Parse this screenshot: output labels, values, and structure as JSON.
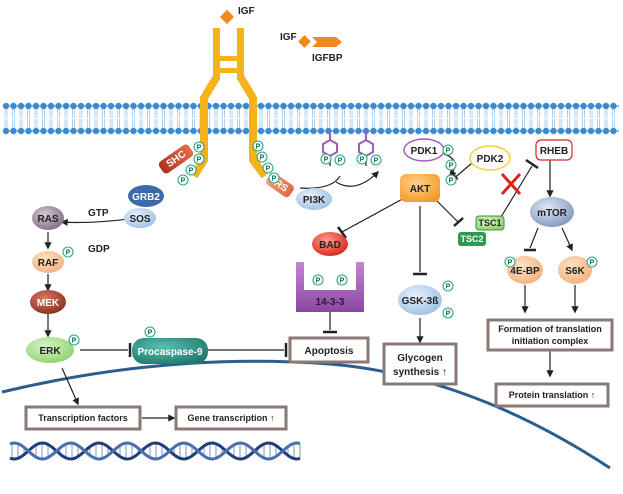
{
  "colors": {
    "receptor": "#f5b21b",
    "ligand": "#f08a1d",
    "membrane_head": "#3b8ad0",
    "phospho": "#2aa884",
    "box_border": "#8a7a76",
    "nucleus": "#2b5d8e",
    "akt": "#f39a2c",
    "bad": "#e5332a",
    "mtor": "#8fa3c6",
    "purple": "#a05fb4",
    "tsc": "#2f9a4d",
    "procaspase": "#2a8a7e"
  },
  "ligands": {
    "igf_top": "IGF",
    "igf": "IGF",
    "igfbp": "IGFBP"
  },
  "phospho_label": "P",
  "nodes": {
    "grb2": "GRB2",
    "shc": "SHC",
    "sos": "SOS",
    "irs": "IRS",
    "pi3k": "PI3K",
    "pdk1": "PDK1",
    "pdk2": "PDK2",
    "akt": "AKT",
    "rheb": "RHEB",
    "tsc1": "TSC1",
    "tsc2": "TSC2",
    "mtor": "mTOR",
    "ras": "RAS",
    "gtp": "GTP",
    "gdp": "GDP",
    "raf": "RAF",
    "mek": "MEK",
    "erk": "ERK",
    "bad": "BAD",
    "protein_1433": "14-3-3",
    "gsk3b": "GSK-3ß",
    "ebp": "4E-BP",
    "s6k": "S6K",
    "procaspase9": "Procaspase-9"
  },
  "outputs": {
    "apoptosis": "Apoptosis",
    "glycogen_line1": "Glycogen",
    "glycogen_line2": "synthesis ↑",
    "translation_line1": "Formation of translation",
    "translation_line2": "initiation complex",
    "protein_translation": "Protein translation ↑",
    "transcription_factors": "Transcription factors",
    "gene_transcription": "Gene transcription ↑"
  }
}
